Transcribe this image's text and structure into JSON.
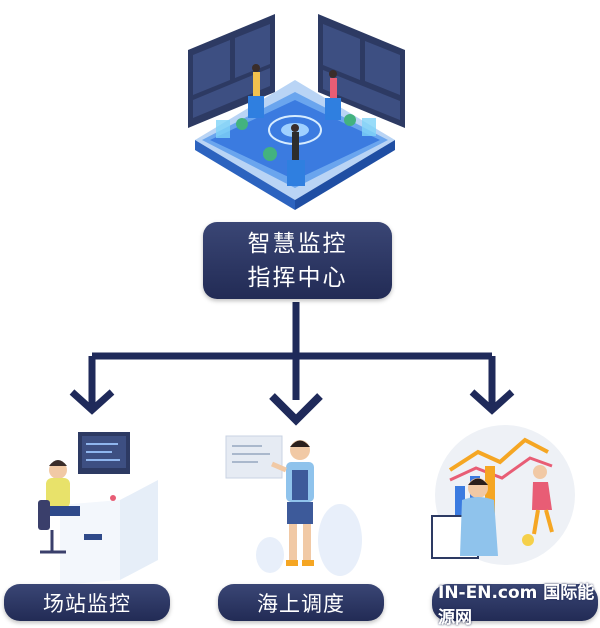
{
  "hub": {
    "line1": "智慧监控",
    "line2": "指挥中心"
  },
  "branches": [
    {
      "label": "场站监控"
    },
    {
      "label": "海上调度"
    },
    {
      "label": ""
    }
  ],
  "watermark": {
    "text": "IN-EN.com 国际能源网"
  },
  "colors": {
    "node_fill": "#2a3462",
    "connector": "#1f2a5a",
    "iso_platform": "#3b7be0",
    "screen": "#2d3a63",
    "accent_orange": "#f5a623"
  }
}
